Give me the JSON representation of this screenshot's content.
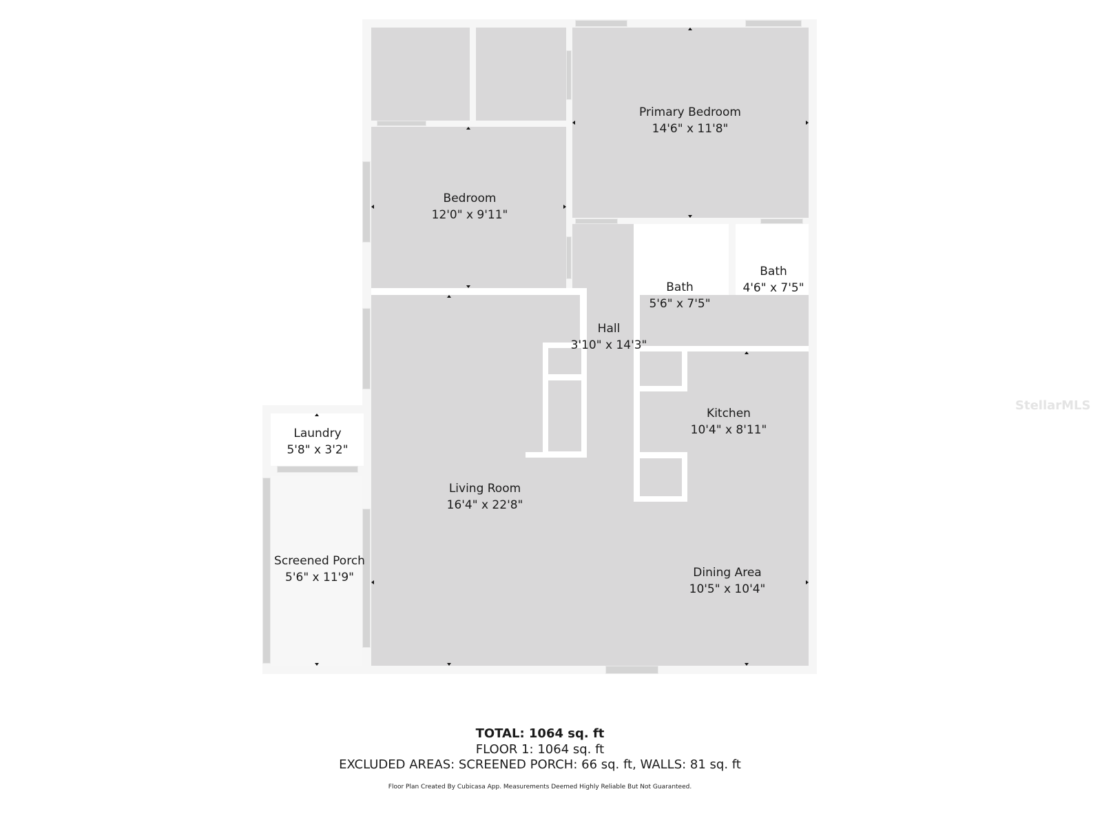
{
  "rooms": {
    "primary_bedroom": {
      "name": "Primary Bedroom",
      "dims": "14'6\" x 11'8\""
    },
    "bedroom": {
      "name": "Bedroom",
      "dims": "12'0\" x 9'11\""
    },
    "hall": {
      "name": "Hall",
      "dims": "3'10\" x 14'3\""
    },
    "bath_1": {
      "name": "Bath",
      "dims": "5'6\" x 7'5\""
    },
    "bath_2": {
      "name": "Bath",
      "dims": "4'6\" x 7'5\""
    },
    "kitchen": {
      "name": "Kitchen",
      "dims": "10'4\" x 8'11\""
    },
    "laundry": {
      "name": "Laundry",
      "dims": "5'8\" x 3'2\""
    },
    "living_room": {
      "name": "Living Room",
      "dims": "16'4\" x 22'8\""
    },
    "screened_porch": {
      "name": "Screened Porch",
      "dims": "5'6\" x 11'9\""
    },
    "dining_area": {
      "name": "Dining Area",
      "dims": "10'5\" x 10'4\""
    }
  },
  "summary": {
    "total": "TOTAL: 1064 sq. ft",
    "floor1": "FLOOR 1: 1064 sq. ft",
    "excluded": "EXCLUDED AREAS: SCREENED PORCH: 66 sq. ft, WALLS: 81 sq. ft",
    "disclaimer": "Floor Plan Created By Cubicasa App. Measurements Deemed Highly Reliable But Not Guaranteed."
  },
  "watermark": "StellarMLS",
  "colors": {
    "room_fill": "#d9d8d9",
    "wall": "#f6f6f6"
  }
}
